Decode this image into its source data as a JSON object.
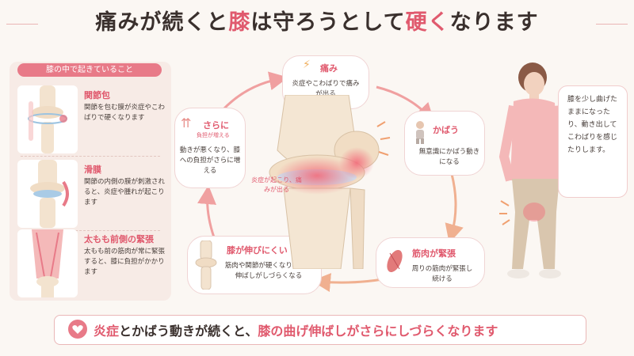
{
  "title": {
    "part1": "痛みが続くと",
    "part2": "膝",
    "part3": "は守ろうとして",
    "part4": "硬く",
    "part5": "なります"
  },
  "left_panel": {
    "header": "膝の中で起きていること",
    "items": [
      {
        "title": "関節包",
        "body": "関節を包む膜が炎症やこわばりで硬くなります"
      },
      {
        "title": "滑膜",
        "body": "関節の内側の膜が刺激されると、炎症や腫れが起こります"
      },
      {
        "title": "太もも前側の緊張",
        "body": "太もも前の筋肉が常に緊張すると、膝に負担がかかります"
      }
    ]
  },
  "cycle": {
    "pain": {
      "title": "痛み",
      "body": "炎症やこわばりで痛みが出る"
    },
    "guard": {
      "title": "かばう",
      "body": "無意識にかばう動きになる"
    },
    "muscle": {
      "title": "筋肉が緊張",
      "body": "周りの筋肉が緊張し続ける"
    },
    "stiff": {
      "title": "膝が伸びにくい",
      "body": "筋肉や関節が硬くなり、曲げ伸ばしがしづらくなる"
    },
    "burden": {
      "title": "さらに",
      "badge": "負担が増える",
      "body": "動きが悪くなり、膝への負担がさらに増える"
    }
  },
  "knee_label": "炎症が起こり、痛みが出る",
  "speech": "膝を少し曲げたままになったり、動き出してこわばりを感じたりします。",
  "bottom": {
    "part1": "炎症",
    "part2": "とかばう動きが続くと、",
    "part3": "膝の曲げ伸ばしがさらにしづらくなります"
  },
  "colors": {
    "accent": "#e0596d",
    "background": "#fbf7f3",
    "panel": "#f7ebe6"
  },
  "icons": [
    "lightning-icon",
    "child-icon",
    "muscle-icon",
    "knee-icon",
    "up-arrows-icon",
    "heart-icon"
  ]
}
